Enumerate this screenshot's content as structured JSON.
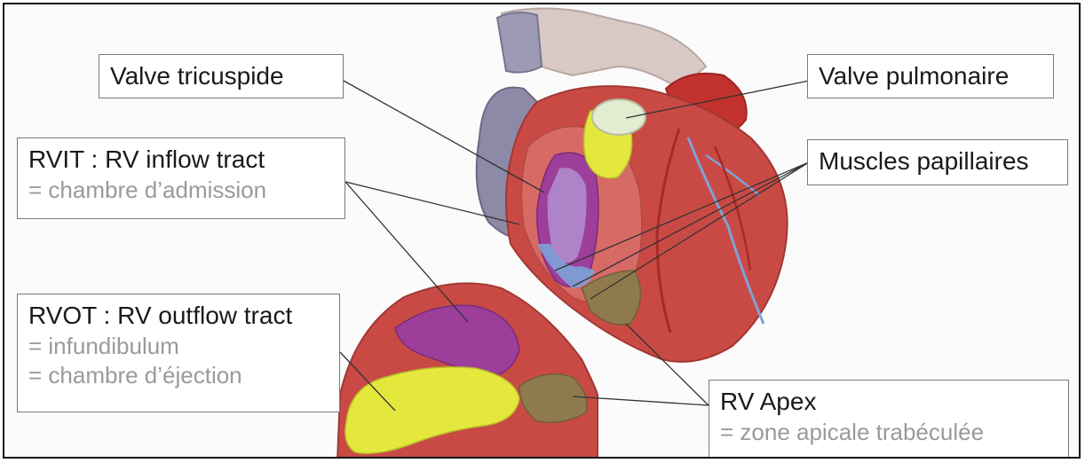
{
  "labels": {
    "valve_tricuspid": "Valve tricuspide",
    "valve_pulmonary": "Valve pulmonaire",
    "rvit_title": "RVIT : RV inflow tract",
    "rvit_sub": "= chambre d’admission",
    "papillary_muscles": "Muscles papillaires",
    "rvot_title": "RVOT : RV outflow tract",
    "rvot_sub1": "= infundibulum",
    "rvot_sub2": "= chambre d’éjection",
    "apex_title": "RV Apex",
    "apex_sub": "= zone apicale trabéculée"
  },
  "colors": {
    "myocardium": "#c94a45",
    "cut_surface": "#d86a66",
    "inflow_purple": "#9d3f9a",
    "outflow_yellow": "#e4e83d",
    "apex_olive": "#8f7a4e",
    "valve_cream": "#e3ecd0",
    "vein_grey": "#8c8aa6",
    "vessels_blue": "#7da3d8",
    "box_border": "#7a7a7a",
    "sub_text": "#9a9a9a"
  }
}
